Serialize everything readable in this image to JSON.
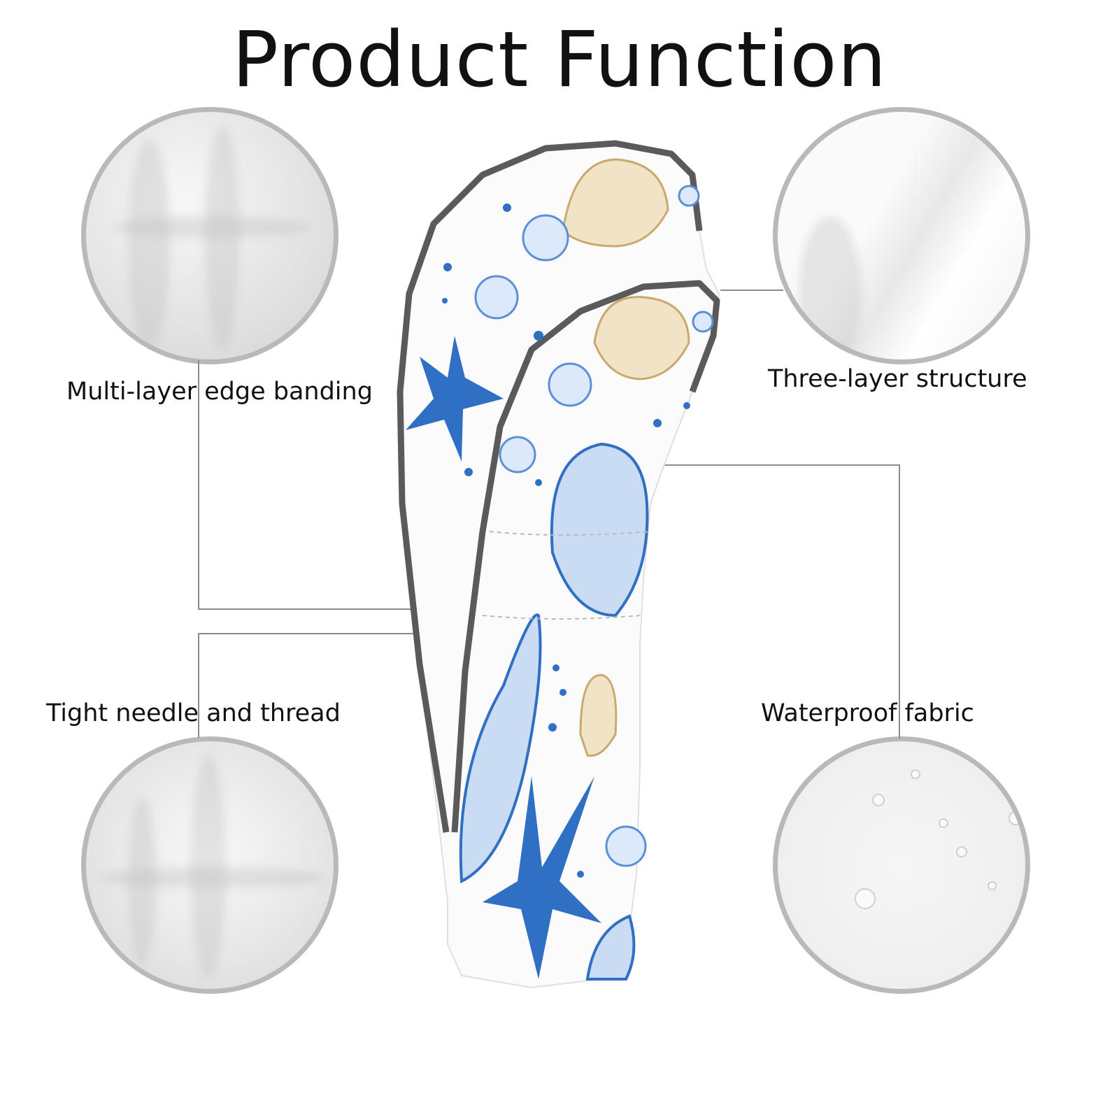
{
  "title": "Product Function",
  "features": {
    "top_left": "Multi-layer edge banding",
    "top_right": "Three-layer structure",
    "bottom_left": "Tight needle and thread",
    "bottom_right": "Waterproof fabric"
  },
  "colors": {
    "circle_border": "#b9b9b9",
    "line": "#8c8c8c",
    "pattern_blue": "#2f6fc4",
    "shell_tan": "#d8c39a",
    "binding": "#555555"
  }
}
